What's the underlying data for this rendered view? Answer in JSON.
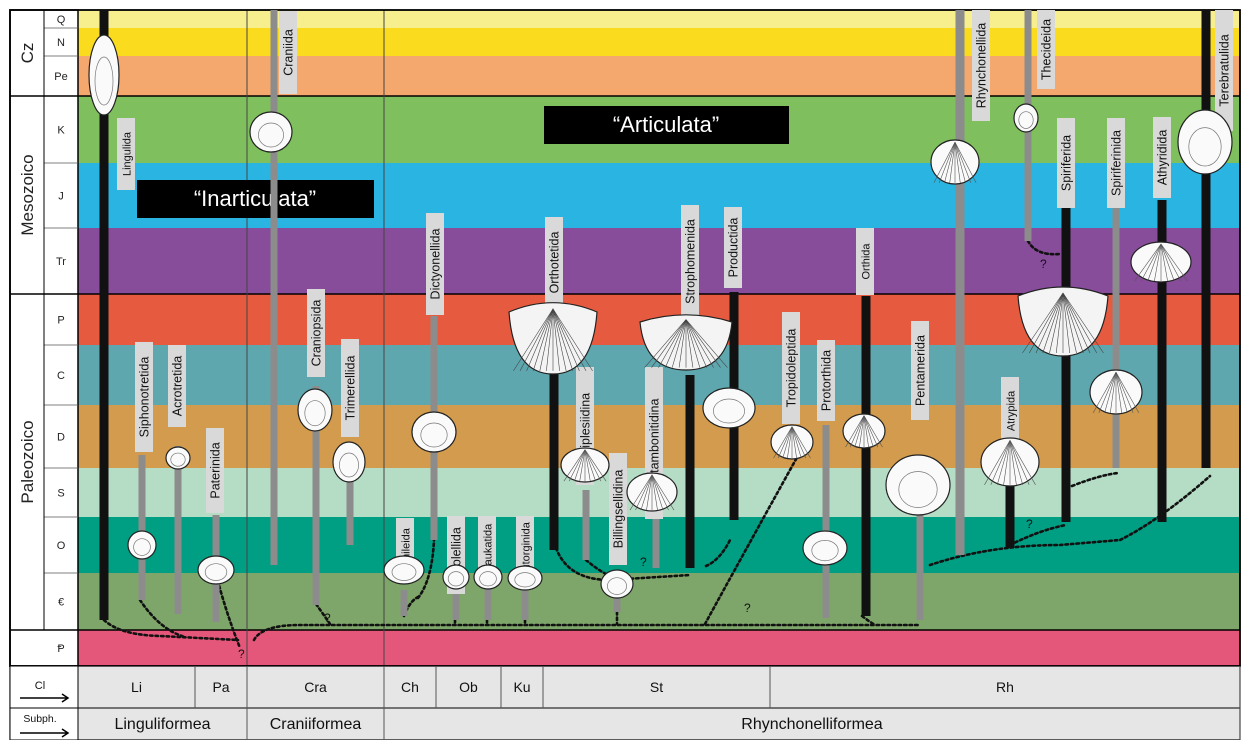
{
  "eras": [
    {
      "key": "cz",
      "label": "Cz"
    },
    {
      "key": "mes",
      "label": "Mesozoico"
    },
    {
      "key": "pal",
      "label": "Paleozoico"
    }
  ],
  "periods": [
    {
      "key": "Q",
      "label": "Q",
      "color": "#f7ee8e"
    },
    {
      "key": "N",
      "label": "N",
      "color": "#fbdb1e"
    },
    {
      "key": "Pe",
      "label": "Pe",
      "color": "#f5a86e"
    },
    {
      "key": "K",
      "label": "K",
      "color": "#7fbf5e"
    },
    {
      "key": "J",
      "label": "J",
      "color": "#2ab4e2"
    },
    {
      "key": "Tr",
      "label": "Tr",
      "color": "#874c9a"
    },
    {
      "key": "P",
      "label": "P",
      "color": "#e65b3f"
    },
    {
      "key": "C",
      "label": "C",
      "color": "#5fa7ae"
    },
    {
      "key": "D",
      "label": "D",
      "color": "#d39b4d"
    },
    {
      "key": "S",
      "label": "S",
      "color": "#b5dcc5"
    },
    {
      "key": "O",
      "label": "O",
      "color": "#009e83"
    },
    {
      "key": "Cm",
      "label": "€",
      "color": "#7fa66a"
    },
    {
      "key": "Pr",
      "label": "Ᵽ",
      "color": "#e5577a"
    }
  ],
  "groups": [
    {
      "text": "“Inarticulata”"
    },
    {
      "text": "“Articulata”"
    }
  ],
  "orders": [
    {
      "name": "Lingulida",
      "style": "black"
    },
    {
      "name": "Siphonotretida",
      "style": "gray"
    },
    {
      "name": "Acrotretida",
      "style": "gray"
    },
    {
      "name": "Paterinida",
      "style": "gray"
    },
    {
      "name": "Craniida",
      "style": "gray"
    },
    {
      "name": "Craniopsida",
      "style": "gray"
    },
    {
      "name": "Trimerellida",
      "style": "gray"
    },
    {
      "name": "Chileida",
      "style": "gray"
    },
    {
      "name": "Dictyonellida",
      "style": "gray"
    },
    {
      "name": "Obolellida",
      "style": "gray"
    },
    {
      "name": "Naukatida",
      "style": "gray"
    },
    {
      "name": "Kutorginida",
      "style": "gray"
    },
    {
      "name": "Orthotetida",
      "style": "black"
    },
    {
      "name": "Triplesiidina",
      "style": "gray"
    },
    {
      "name": "Billingsellidina",
      "style": "gray"
    },
    {
      "name": "Clitambonitidina",
      "style": "gray"
    },
    {
      "name": "Strophomenida",
      "style": "black"
    },
    {
      "name": "Productida",
      "style": "black"
    },
    {
      "name": "Tropidoleptida",
      "style": "black"
    },
    {
      "name": "Protorthida",
      "style": "gray"
    },
    {
      "name": "Orthida",
      "style": "black"
    },
    {
      "name": "Pentamerida",
      "style": "gray"
    },
    {
      "name": "Rhynchonellida",
      "style": "gray"
    },
    {
      "name": "Atrypida",
      "style": "black"
    },
    {
      "name": "Thecideida",
      "style": "gray"
    },
    {
      "name": "Spiriferida",
      "style": "black"
    },
    {
      "name": "Spiriferinida",
      "style": "gray"
    },
    {
      "name": "Athyridida",
      "style": "black"
    },
    {
      "name": "Terebratulida",
      "style": "black"
    }
  ],
  "question_mark": "?",
  "class_row": {
    "header": "Cl",
    "items": [
      "Li",
      "Pa",
      "Cra",
      "Ch",
      "Ob",
      "Ku",
      "St",
      "Rh"
    ]
  },
  "subphylum_row": {
    "header": "Subph.",
    "items": [
      "Linguliformea",
      "Craniiformea",
      "Rhynchonelliformea"
    ]
  },
  "colors": {
    "black_range": "#111111",
    "gray_range": "#8c8c8c",
    "label_bg": "#d9d9d9",
    "footer_bg": "#e6e6e6"
  }
}
